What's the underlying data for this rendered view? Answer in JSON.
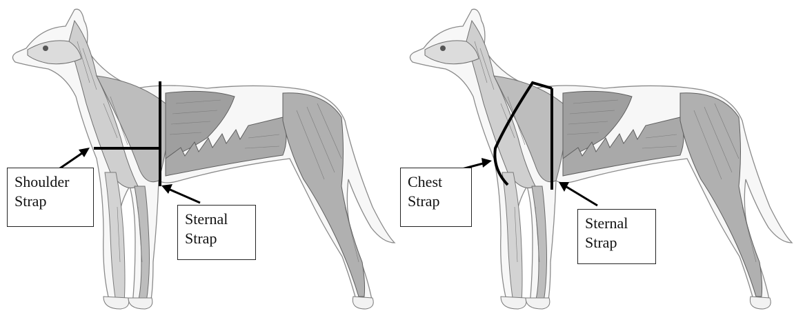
{
  "left_panel": {
    "labels": {
      "shoulder_strap": [
        "Shoulder",
        "Strap"
      ],
      "sternal_strap": [
        "Sternal",
        "Strap"
      ]
    }
  },
  "right_panel": {
    "labels": {
      "chest_strap": [
        "Chest",
        "Strap"
      ],
      "sternal_strap": [
        "Sternal",
        "Strap"
      ]
    }
  },
  "colors": {
    "line": "#000000",
    "outline": "#8a8a8a",
    "muscle": "#6d6d6d"
  }
}
